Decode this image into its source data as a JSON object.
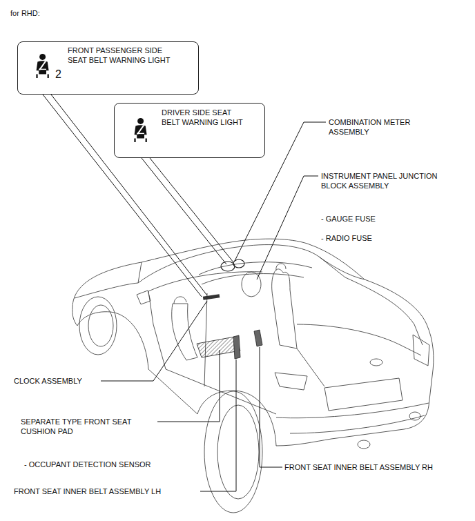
{
  "diagram": {
    "nodes": [
      {
        "text": [
          "2",
          "FRONT PASSENGER SIDE SEAT BELT WARNING LIGHT"
        ]
      },
      {
        "text": [
          "DRIVER SIDE SEAT BELT WARNING LIGHT"
        ]
      }
    ],
    "labels": [
      "for RHD:",
      "COMBINATION METER ASSEMBLY",
      "INSTRUMENT PANEL JUNCTION BLOCK ASSEMBLY",
      "- GAUGE FUSE",
      "- RADIO FUSE",
      "CLOCK ASSEMBLY",
      "SEPARATE TYPE FRONT SEAT CUSHION PAD",
      "- OCCUPANT DETECTION SENSOR",
      "FRONT SEAT INNER BELT ASSEMBLY RH",
      "FRONT SEAT INNER BELT ASSEMBLY LH"
    ]
  }
}
